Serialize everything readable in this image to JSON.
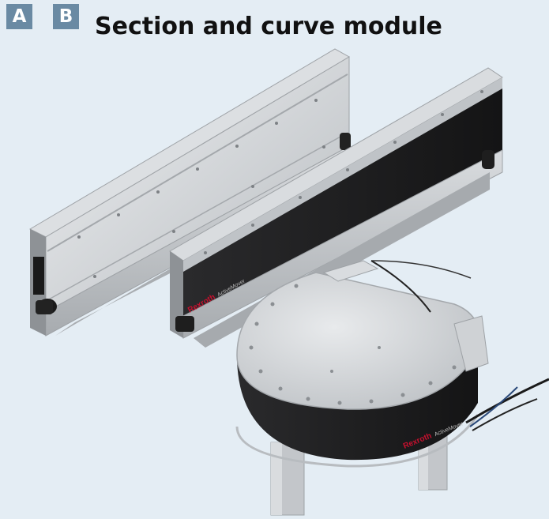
{
  "header": {
    "badge_a": "A",
    "badge_b": "B",
    "title": "Section and curve module"
  },
  "product": {
    "brand_label": "Rexroth",
    "product_label": "ActiveMover"
  },
  "colors": {
    "background": "#e4edf4",
    "badge": "#6a8aa3",
    "brand_red": "#c8102e",
    "module_dark": "#1d1d1f",
    "aluminium": "#c9ccd0"
  },
  "icons": [
    "section-module-image",
    "curve-module-image"
  ]
}
